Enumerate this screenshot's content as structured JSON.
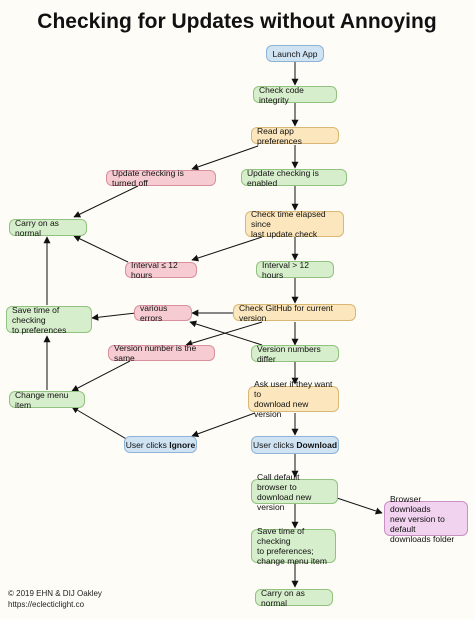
{
  "title": "Checking for Updates without Annoying",
  "nodes": {
    "launch_app": "Launch App",
    "check_integrity": "Check code integrity",
    "read_prefs": "Read app preferences",
    "checking_off": "Update checking is turned off",
    "checking_on": "Update checking is enabled",
    "carry_on_1": "Carry on as normal",
    "check_time": "Check time elapsed since\nlast update check",
    "interval_le": "Interval ≤ 12 hours",
    "interval_gt": "Interval > 12 hours",
    "save_time_1": "Save time of checking\nto preferences",
    "various_errors": "various errors",
    "check_github": "Check GitHub for current version",
    "version_same": "Version number is the same",
    "version_differ": "Version numbers differ",
    "change_menu": "Change menu item",
    "ask_user": "Ask user if they want to\ndownload new version",
    "clicks_ignore_prefix": "User clicks ",
    "clicks_ignore_bold": "Ignore",
    "clicks_download_prefix": "User clicks ",
    "clicks_download_bold": "Download",
    "call_browser": "Call default browser to\ndownload new version",
    "browser_downloads": "Browser downloads\nnew version to default\ndownloads folder",
    "save_time_2": "Save time of checking\nto preferences;\nchange menu item",
    "carry_on_2": "Carry on as normal"
  },
  "credits": {
    "line1": "© 2019 EHN & DIJ Oakley",
    "line2": "https://eclecticlight.co"
  },
  "colors": {
    "blue": "#cfe3f3",
    "green": "#d6eecb",
    "yellow": "#fbe6bd",
    "pink": "#f6ccd2",
    "purple": "#f1d2ef"
  }
}
